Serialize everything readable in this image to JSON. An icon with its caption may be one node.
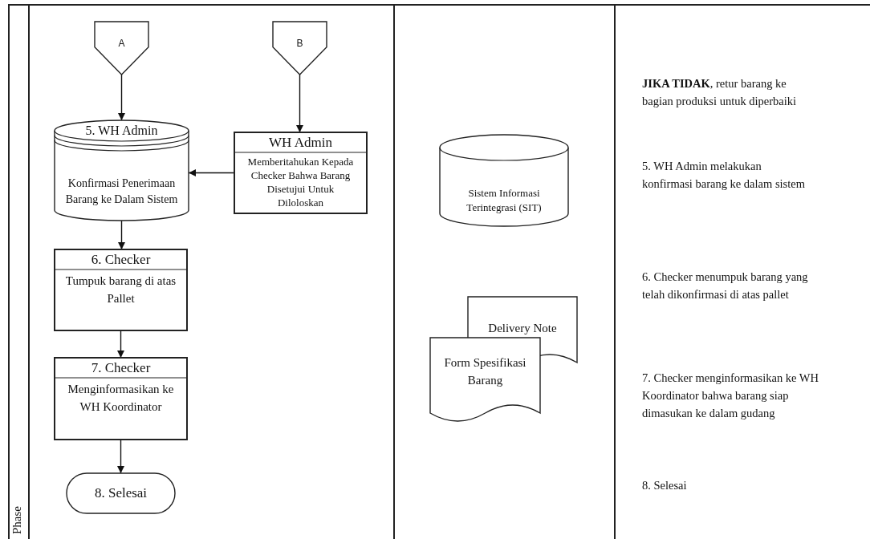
{
  "diagram": {
    "nodes": [
      {
        "text": [
          "A"
        ]
      },
      {
        "text": [
          "B"
        ]
      },
      {
        "text": [
          "5. WH Admin",
          "Konfirmasi Penerimaan Barang ke Dalam Sistem"
        ]
      },
      {
        "text": [
          "WH Admin",
          "Memberitahukan Kepada Checker Bahwa Barang Disetujui Untuk Diloloskan"
        ]
      },
      {
        "text": [
          "6. Checker",
          "Tumpuk barang di atas Pallet"
        ]
      },
      {
        "text": [
          "7. Checker",
          "Menginformasikan ke WH Koordinator"
        ]
      },
      {
        "text": [
          "8. Selesai"
        ]
      },
      {
        "text": [
          "Sistem Informasi Terintegrasi (SIT)"
        ]
      },
      {
        "text": [
          "Delivery Note"
        ]
      },
      {
        "text": [
          "Form Spesifikasi Barang"
        ]
      }
    ],
    "edges": [
      {
        "from": 0,
        "to": 2,
        "arrow": "to"
      },
      {
        "from": 1,
        "to": 3,
        "arrow": "to"
      },
      {
        "from": 3,
        "to": 2,
        "arrow": "to"
      },
      {
        "from": 2,
        "to": 4,
        "arrow": "to"
      },
      {
        "from": 4,
        "to": 5,
        "arrow": "to"
      },
      {
        "from": 5,
        "to": 6,
        "arrow": "to"
      }
    ],
    "labels": [
      "**JIKA TIDAK**, retur barang ke bagian produksi untuk diperbaiki",
      "5. WH Admin melakukan konfirmasi barang ke dalam sistem",
      "6. Checker menumpuk barang yang telah dikonfirmasi di atas pallet",
      "7. Checker menginformasikan ke WH Koordinator bahwa barang siap dimasukan ke dalam gudang",
      "8. Selesai",
      "Phase"
    ]
  }
}
